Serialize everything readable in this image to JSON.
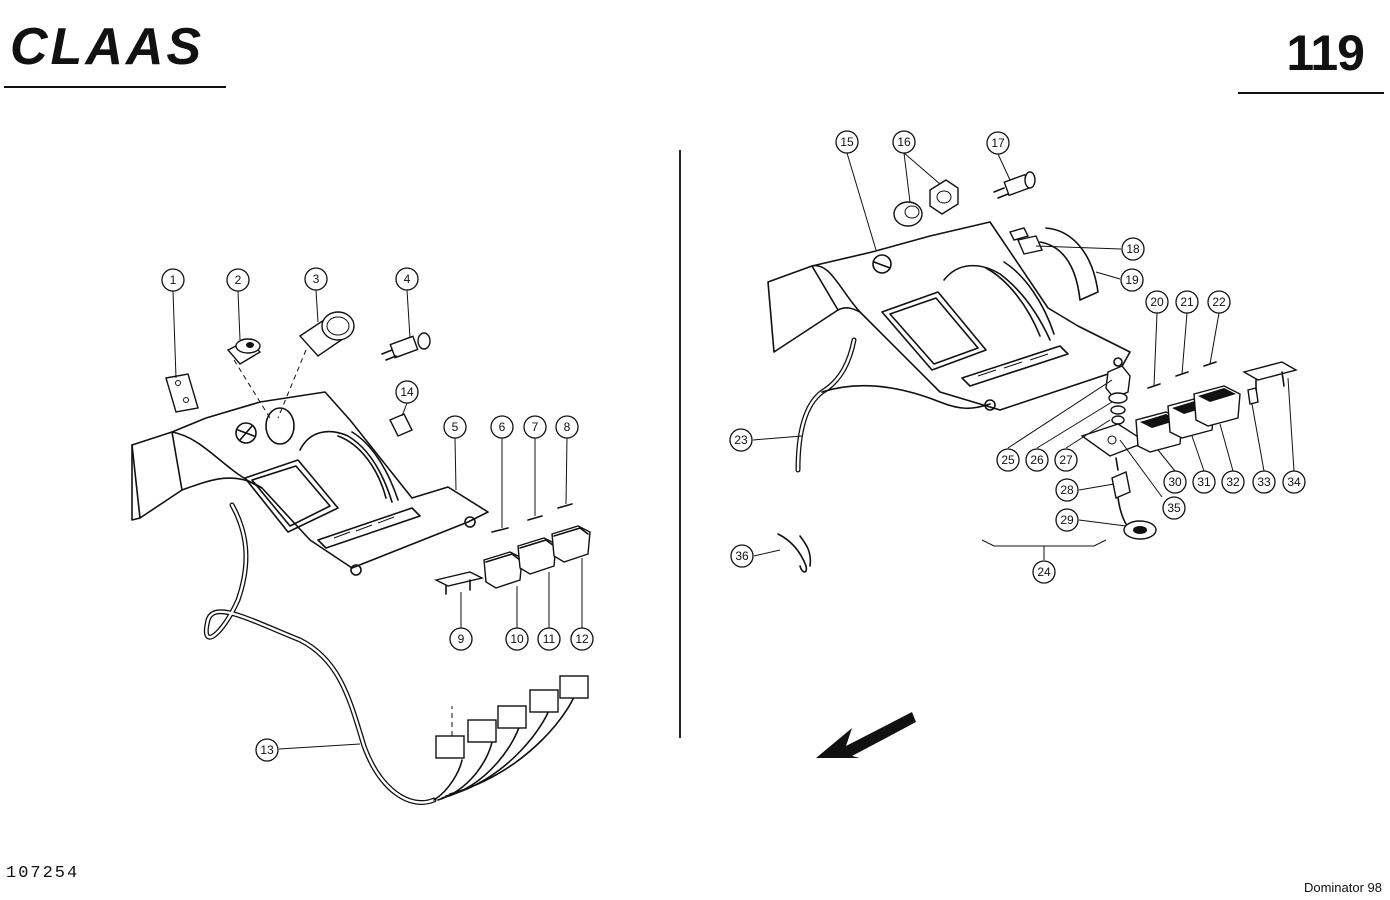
{
  "header": {
    "brand": "CLAAS",
    "page_number": "119"
  },
  "footer": {
    "doc_number": "107254",
    "model": "Dominator 98"
  },
  "callouts": [
    "1",
    "2",
    "3",
    "4",
    "5",
    "6",
    "7",
    "8",
    "9",
    "10",
    "11",
    "12",
    "13",
    "14",
    "15",
    "16",
    "17",
    "18",
    "19",
    "20",
    "21",
    "22",
    "23",
    "24",
    "25",
    "26",
    "27",
    "28",
    "29",
    "30",
    "31",
    "32",
    "33",
    "34",
    "35",
    "36"
  ]
}
